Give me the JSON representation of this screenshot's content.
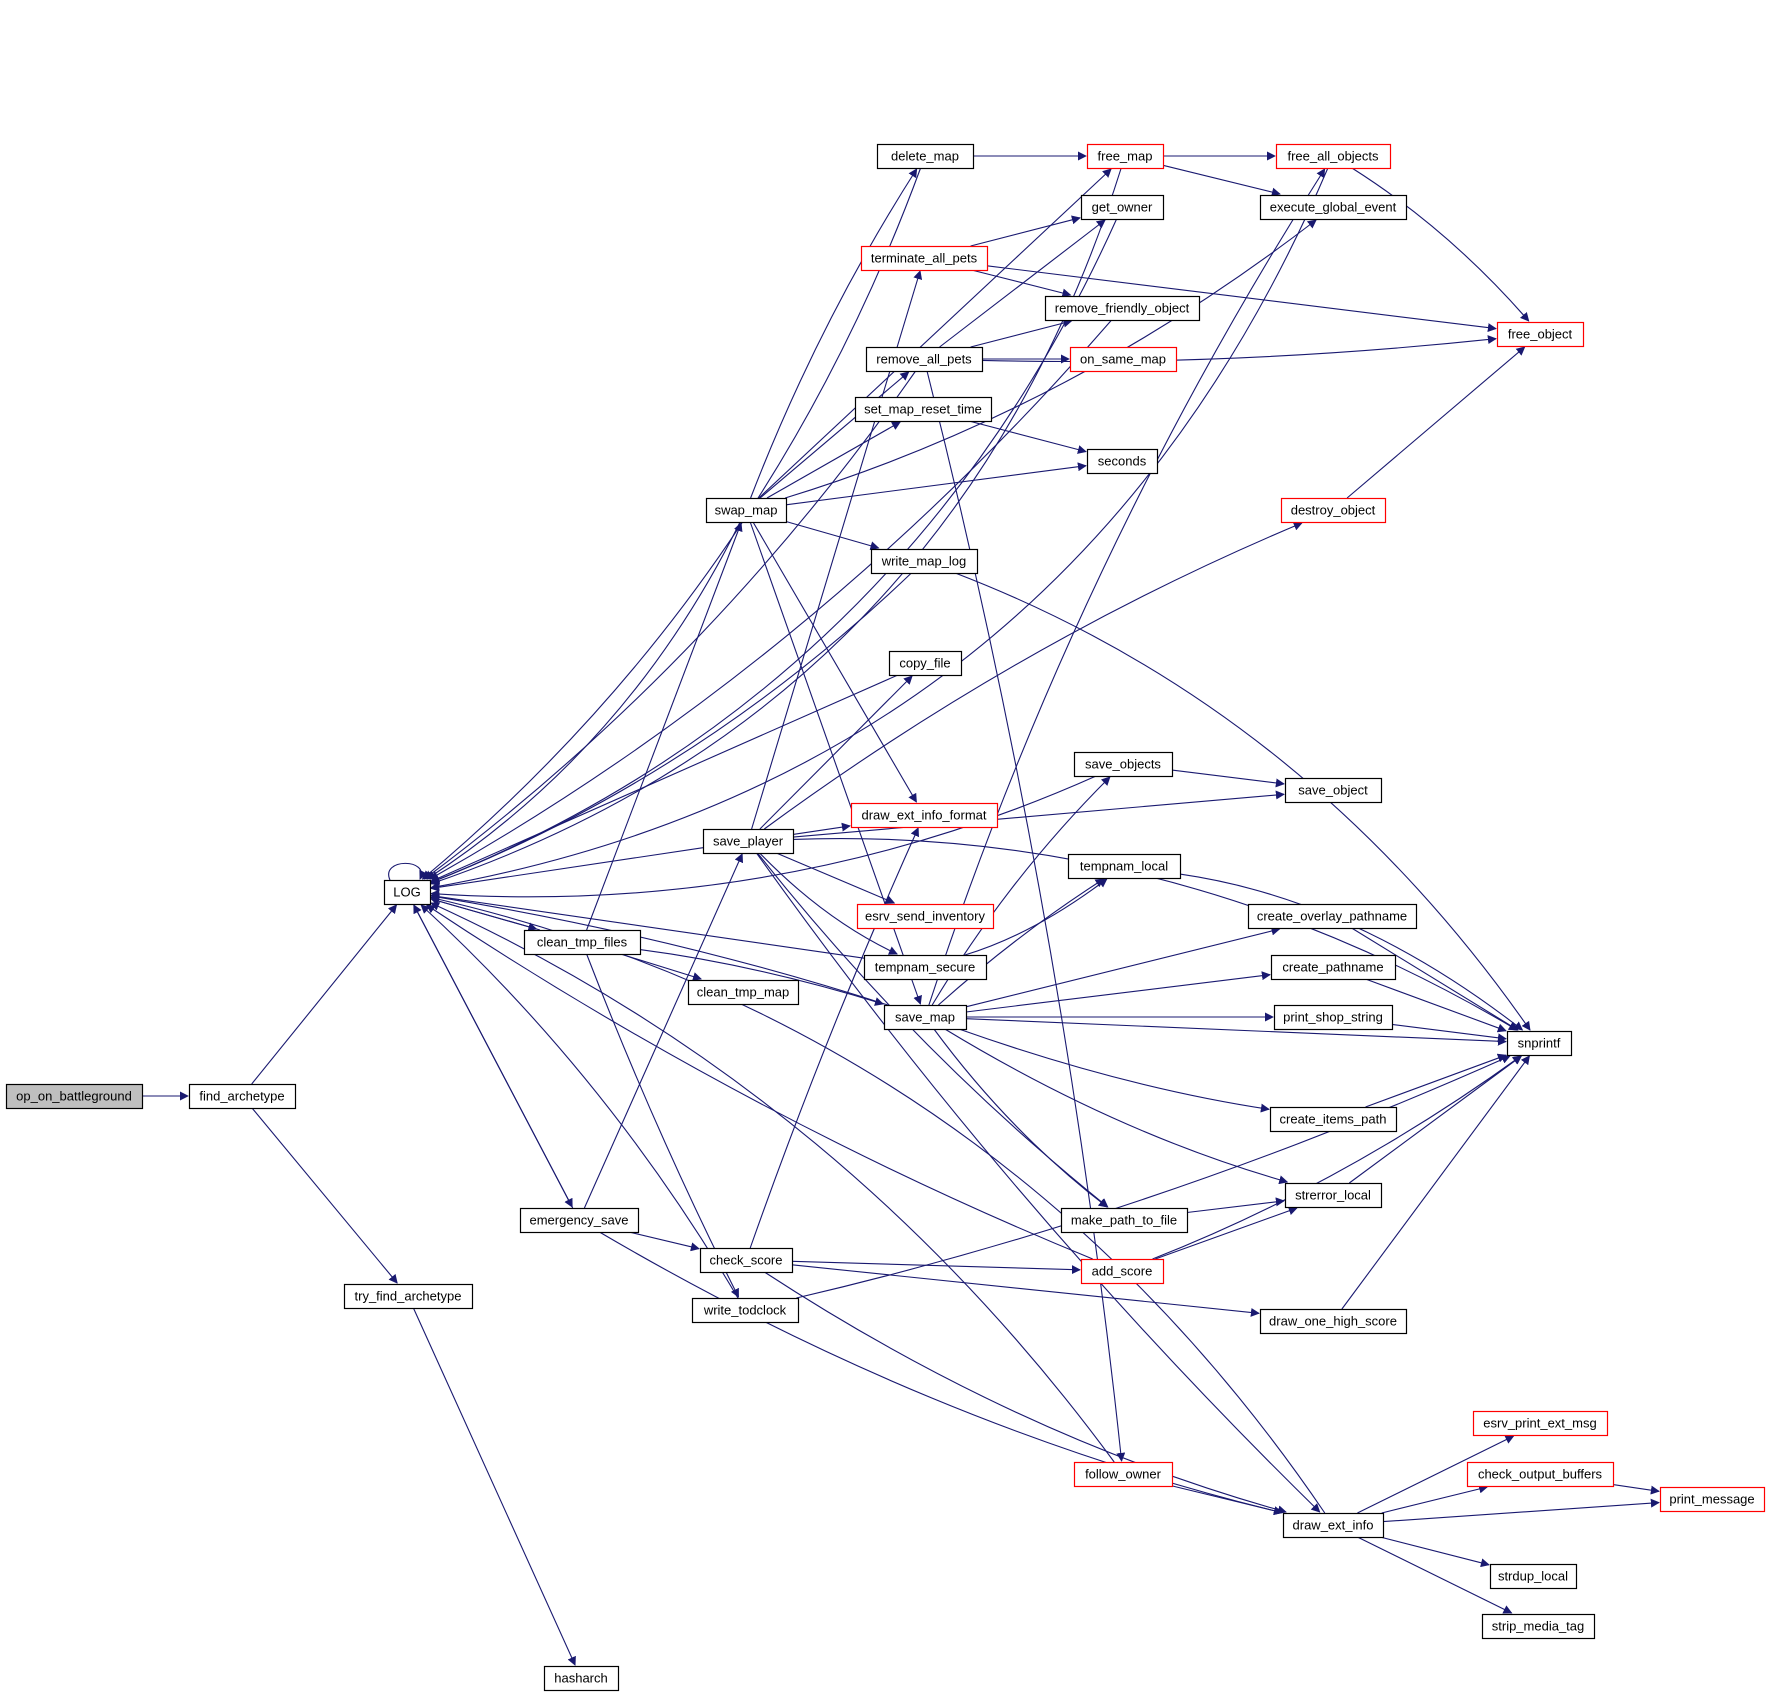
{
  "diagram": {
    "title": "op_on_battleground call graph",
    "colors": {
      "edge": "#191970",
      "node_border": "#000000",
      "node_border_truncated": "#ff0000",
      "root_fill": "#bfbfbf",
      "node_fill": "#ffffff"
    },
    "nodes": [
      {
        "id": "op_on_battleground",
        "label": "op_on_battleground",
        "style": "root"
      },
      {
        "id": "find_archetype",
        "label": "find_archetype",
        "style": "normal"
      },
      {
        "id": "LOG",
        "label": "LOG",
        "style": "normal"
      },
      {
        "id": "try_find_archetype",
        "label": "try_find_archetype",
        "style": "normal"
      },
      {
        "id": "hasharch",
        "label": "hasharch",
        "style": "normal"
      },
      {
        "id": "clean_tmp_files",
        "label": "clean_tmp_files",
        "style": "normal"
      },
      {
        "id": "emergency_save",
        "label": "emergency_save",
        "style": "normal"
      },
      {
        "id": "swap_map",
        "label": "swap_map",
        "style": "normal"
      },
      {
        "id": "save_player",
        "label": "save_player",
        "style": "normal"
      },
      {
        "id": "clean_tmp_map",
        "label": "clean_tmp_map",
        "style": "normal"
      },
      {
        "id": "check_score",
        "label": "check_score",
        "style": "normal"
      },
      {
        "id": "write_todclock",
        "label": "write_todclock",
        "style": "normal"
      },
      {
        "id": "delete_map",
        "label": "delete_map",
        "style": "normal"
      },
      {
        "id": "terminate_all_pets",
        "label": "terminate_all_pets",
        "style": "truncated"
      },
      {
        "id": "remove_all_pets",
        "label": "remove_all_pets",
        "style": "normal"
      },
      {
        "id": "set_map_reset_time",
        "label": "set_map_reset_time",
        "style": "normal"
      },
      {
        "id": "write_map_log",
        "label": "write_map_log",
        "style": "normal"
      },
      {
        "id": "copy_file",
        "label": "copy_file",
        "style": "normal"
      },
      {
        "id": "draw_ext_info_format",
        "label": "draw_ext_info_format",
        "style": "truncated"
      },
      {
        "id": "esrv_send_inventory",
        "label": "esrv_send_inventory",
        "style": "truncated"
      },
      {
        "id": "tempnam_secure",
        "label": "tempnam_secure",
        "style": "normal"
      },
      {
        "id": "save_map",
        "label": "save_map",
        "style": "normal"
      },
      {
        "id": "free_map",
        "label": "free_map",
        "style": "truncated"
      },
      {
        "id": "get_owner",
        "label": "get_owner",
        "style": "normal"
      },
      {
        "id": "remove_friendly_object",
        "label": "remove_friendly_object",
        "style": "normal"
      },
      {
        "id": "on_same_map",
        "label": "on_same_map",
        "style": "truncated"
      },
      {
        "id": "seconds",
        "label": "seconds",
        "style": "normal"
      },
      {
        "id": "save_objects",
        "label": "save_objects",
        "style": "normal"
      },
      {
        "id": "tempnam_local",
        "label": "tempnam_local",
        "style": "normal"
      },
      {
        "id": "make_path_to_file",
        "label": "make_path_to_file",
        "style": "normal"
      },
      {
        "id": "add_score",
        "label": "add_score",
        "style": "truncated"
      },
      {
        "id": "follow_owner",
        "label": "follow_owner",
        "style": "truncated"
      },
      {
        "id": "free_all_objects",
        "label": "free_all_objects",
        "style": "truncated"
      },
      {
        "id": "execute_global_event",
        "label": "execute_global_event",
        "style": "normal"
      },
      {
        "id": "destroy_object",
        "label": "destroy_object",
        "style": "truncated"
      },
      {
        "id": "save_object",
        "label": "save_object",
        "style": "normal"
      },
      {
        "id": "create_overlay_pathname",
        "label": "create_overlay_pathname",
        "style": "normal"
      },
      {
        "id": "create_pathname",
        "label": "create_pathname",
        "style": "normal"
      },
      {
        "id": "print_shop_string",
        "label": "print_shop_string",
        "style": "normal"
      },
      {
        "id": "create_items_path",
        "label": "create_items_path",
        "style": "normal"
      },
      {
        "id": "strerror_local",
        "label": "strerror_local",
        "style": "normal"
      },
      {
        "id": "draw_one_high_score",
        "label": "draw_one_high_score",
        "style": "normal"
      },
      {
        "id": "draw_ext_info",
        "label": "draw_ext_info",
        "style": "normal"
      },
      {
        "id": "free_object",
        "label": "free_object",
        "style": "truncated"
      },
      {
        "id": "snprintf",
        "label": "snprintf",
        "style": "normal"
      },
      {
        "id": "esrv_print_ext_msg",
        "label": "esrv_print_ext_msg",
        "style": "truncated"
      },
      {
        "id": "check_output_buffers",
        "label": "check_output_buffers",
        "style": "truncated"
      },
      {
        "id": "print_message",
        "label": "print_message",
        "style": "truncated"
      },
      {
        "id": "strdup_local",
        "label": "strdup_local",
        "style": "normal"
      },
      {
        "id": "strip_media_tag",
        "label": "strip_media_tag",
        "style": "normal"
      }
    ],
    "edges": [
      [
        "op_on_battleground",
        "find_archetype"
      ],
      [
        "find_archetype",
        "LOG"
      ],
      [
        "find_archetype",
        "try_find_archetype"
      ],
      [
        "try_find_archetype",
        "hasharch"
      ],
      [
        "LOG",
        "LOG"
      ],
      [
        "LOG",
        "clean_tmp_files"
      ],
      [
        "LOG",
        "emergency_save"
      ],
      [
        "clean_tmp_files",
        "LOG"
      ],
      [
        "clean_tmp_files",
        "swap_map"
      ],
      [
        "clean_tmp_files",
        "clean_tmp_map"
      ],
      [
        "clean_tmp_files",
        "save_map"
      ],
      [
        "clean_tmp_files",
        "write_todclock"
      ],
      [
        "emergency_save",
        "LOG"
      ],
      [
        "emergency_save",
        "save_player"
      ],
      [
        "emergency_save",
        "check_score"
      ],
      [
        "emergency_save",
        "draw_ext_info"
      ],
      [
        "swap_map",
        "LOG"
      ],
      [
        "swap_map",
        "delete_map"
      ],
      [
        "swap_map",
        "free_map"
      ],
      [
        "swap_map",
        "remove_all_pets"
      ],
      [
        "swap_map",
        "set_map_reset_time"
      ],
      [
        "swap_map",
        "seconds"
      ],
      [
        "swap_map",
        "execute_global_event"
      ],
      [
        "swap_map",
        "write_map_log"
      ],
      [
        "swap_map",
        "draw_ext_info_format"
      ],
      [
        "swap_map",
        "save_map"
      ],
      [
        "save_player",
        "LOG"
      ],
      [
        "save_player",
        "terminate_all_pets"
      ],
      [
        "save_player",
        "copy_file"
      ],
      [
        "save_player",
        "draw_ext_info_format"
      ],
      [
        "save_player",
        "esrv_send_inventory"
      ],
      [
        "save_player",
        "tempnam_secure"
      ],
      [
        "save_player",
        "save_object"
      ],
      [
        "save_player",
        "destroy_object"
      ],
      [
        "save_player",
        "make_path_to_file"
      ],
      [
        "save_player",
        "draw_ext_info"
      ],
      [
        "save_player",
        "snprintf"
      ],
      [
        "check_score",
        "draw_ext_info_format"
      ],
      [
        "check_score",
        "add_score"
      ],
      [
        "check_score",
        "draw_one_high_score"
      ],
      [
        "check_score",
        "draw_ext_info"
      ],
      [
        "write_todclock",
        "LOG"
      ],
      [
        "write_todclock",
        "snprintf"
      ],
      [
        "delete_map",
        "LOG"
      ],
      [
        "delete_map",
        "free_map"
      ],
      [
        "terminate_all_pets",
        "get_owner"
      ],
      [
        "terminate_all_pets",
        "remove_friendly_object"
      ],
      [
        "terminate_all_pets",
        "free_object"
      ],
      [
        "remove_all_pets",
        "LOG"
      ],
      [
        "remove_all_pets",
        "get_owner"
      ],
      [
        "remove_all_pets",
        "remove_friendly_object"
      ],
      [
        "remove_all_pets",
        "on_same_map"
      ],
      [
        "remove_all_pets",
        "free_object"
      ],
      [
        "remove_all_pets",
        "follow_owner"
      ],
      [
        "set_map_reset_time",
        "seconds"
      ],
      [
        "write_map_log",
        "LOG"
      ],
      [
        "write_map_log",
        "snprintf"
      ],
      [
        "copy_file",
        "LOG"
      ],
      [
        "tempnam_secure",
        "LOG"
      ],
      [
        "tempnam_secure",
        "tempnam_local"
      ],
      [
        "save_map",
        "LOG"
      ],
      [
        "save_map",
        "free_all_objects"
      ],
      [
        "save_map",
        "save_objects"
      ],
      [
        "save_map",
        "tempnam_local"
      ],
      [
        "save_map",
        "create_overlay_pathname"
      ],
      [
        "save_map",
        "create_pathname"
      ],
      [
        "save_map",
        "print_shop_string"
      ],
      [
        "save_map",
        "snprintf"
      ],
      [
        "save_map",
        "create_items_path"
      ],
      [
        "save_map",
        "strerror_local"
      ],
      [
        "save_map",
        "make_path_to_file"
      ],
      [
        "free_map",
        "LOG"
      ],
      [
        "free_map",
        "free_all_objects"
      ],
      [
        "free_map",
        "execute_global_event"
      ],
      [
        "get_owner",
        "LOG"
      ],
      [
        "remove_friendly_object",
        "LOG"
      ],
      [
        "save_objects",
        "LOG"
      ],
      [
        "save_objects",
        "save_object"
      ],
      [
        "tempnam_local",
        "snprintf"
      ],
      [
        "make_path_to_file",
        "strerror_local"
      ],
      [
        "add_score",
        "LOG"
      ],
      [
        "add_score",
        "strerror_local"
      ],
      [
        "add_score",
        "snprintf"
      ],
      [
        "follow_owner",
        "LOG"
      ],
      [
        "follow_owner",
        "draw_ext_info"
      ],
      [
        "free_all_objects",
        "LOG"
      ],
      [
        "free_all_objects",
        "free_object"
      ],
      [
        "destroy_object",
        "free_object"
      ],
      [
        "create_overlay_pathname",
        "snprintf"
      ],
      [
        "create_pathname",
        "snprintf"
      ],
      [
        "print_shop_string",
        "snprintf"
      ],
      [
        "create_items_path",
        "snprintf"
      ],
      [
        "strerror_local",
        "snprintf"
      ],
      [
        "draw_one_high_score",
        "snprintf"
      ],
      [
        "draw_ext_info",
        "LOG"
      ],
      [
        "draw_ext_info",
        "esrv_print_ext_msg"
      ],
      [
        "draw_ext_info",
        "check_output_buffers"
      ],
      [
        "draw_ext_info",
        "print_message"
      ],
      [
        "draw_ext_info",
        "strdup_local"
      ],
      [
        "draw_ext_info",
        "strip_media_tag"
      ],
      [
        "check_output_buffers",
        "print_message"
      ]
    ]
  }
}
